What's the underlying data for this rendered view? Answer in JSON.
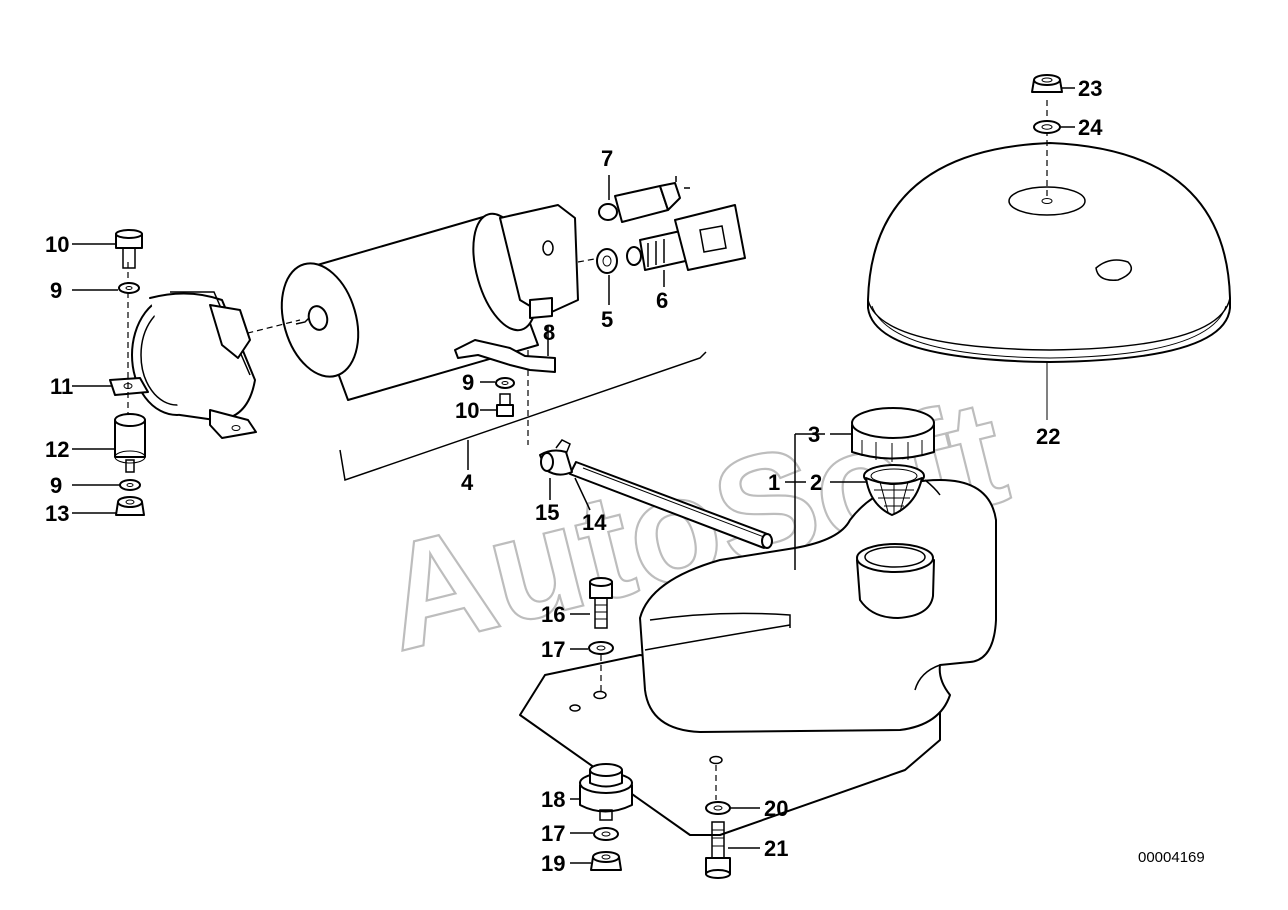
{
  "watermark": "AutoSoft",
  "diagram_code": "00004169",
  "labels": {
    "l1": "1",
    "l2": "2",
    "l3": "3",
    "l4": "4",
    "l5": "5",
    "l6": "6",
    "l7": "7",
    "l8": "8",
    "l9a": "9",
    "l9b": "9",
    "l9c": "9",
    "l10a": "10",
    "l10b": "10",
    "l11": "11",
    "l12": "12",
    "l13": "13",
    "l14": "14",
    "l15": "15",
    "l16": "16",
    "l17a": "17",
    "l17b": "17",
    "l18": "18",
    "l19": "19",
    "l20": "20",
    "l21": "21",
    "l22": "22",
    "l23": "23",
    "l24": "24"
  },
  "colors": {
    "line": "#000000",
    "watermark": "#bdbdbd",
    "background": "#ffffff"
  }
}
